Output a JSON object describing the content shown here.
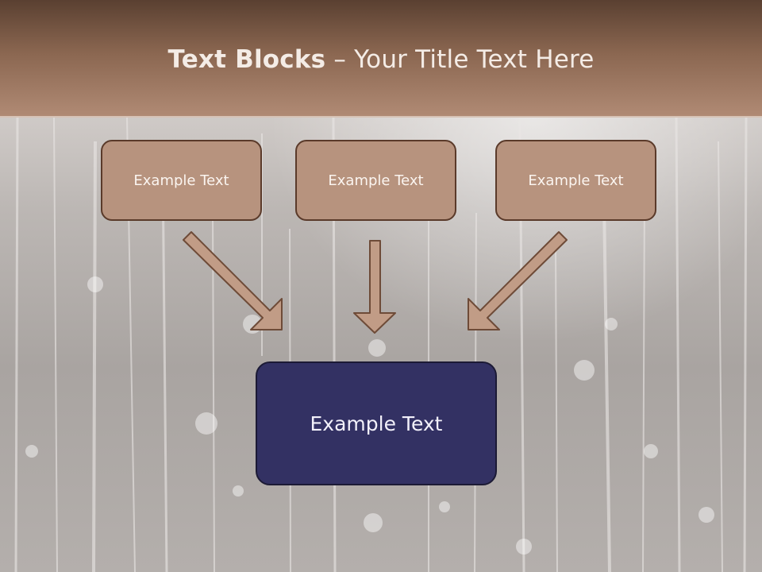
{
  "slide": {
    "title_bold": "Text Blocks",
    "title_rest": " – Your Title Text Here",
    "blocks": [
      {
        "label": "Example Text"
      },
      {
        "label": "Example Text"
      },
      {
        "label": "Example Text"
      }
    ],
    "target": {
      "label": "Example Text"
    }
  },
  "colors": {
    "header": "#8a6650",
    "block_fill": "#b7937e",
    "block_border": "#5a3a2a",
    "target_fill": "#333163",
    "arrow_fill": "#c19c86"
  }
}
